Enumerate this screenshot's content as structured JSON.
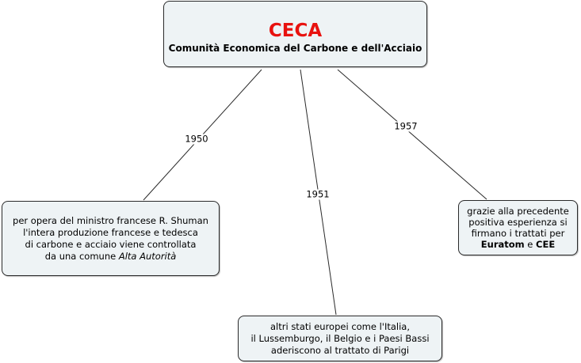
{
  "main_node": {
    "title": "CECA",
    "subtitle": "Comunità Economica del Carbone e dell'Acciaio",
    "title_color": "#e8120f"
  },
  "links": [
    {
      "label": "1950",
      "from": "main_node",
      "to": "left_node"
    },
    {
      "label": "1951",
      "from": "main_node",
      "to": "bottom_node"
    },
    {
      "label": "1957",
      "from": "main_node",
      "to": "right_node"
    }
  ],
  "left_node": {
    "lines": [
      "per opera del ministro francese R. Shuman",
      "l'intera produzione francese e tedesca",
      "di carbone e acciaio viene controllata"
    ],
    "last_line_prefix": "da una comune ",
    "last_line_italic": "Alta Autorità"
  },
  "bottom_node": {
    "lines": [
      "altri stati europei come l'Italia,",
      "il Lussemburgo, il Belgio e i Paesi Bassi",
      "aderiscono al trattato di Parigi"
    ]
  },
  "right_node": {
    "lines": [
      "grazie alla precedente",
      "positiva esperienza si",
      "firmano i trattati per"
    ],
    "last_bold_1": "Euratom",
    "last_conj": " e ",
    "last_bold_2": "CEE"
  },
  "colors": {
    "node_background": "#eef3f5",
    "node_border": "#2a2a2a",
    "link_color": "#2a2a2a"
  }
}
